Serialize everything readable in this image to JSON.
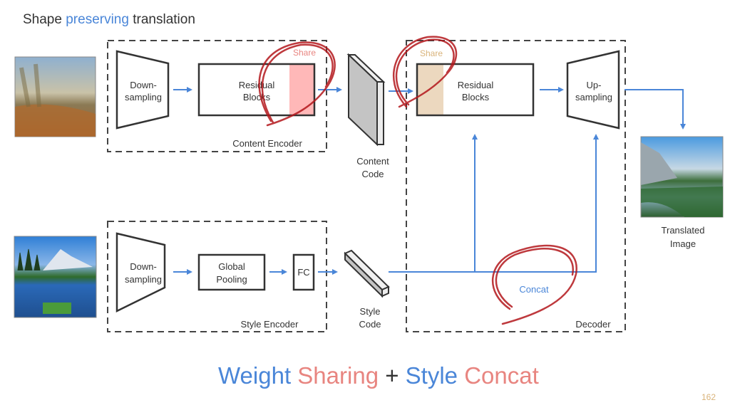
{
  "title": {
    "part1": "Shape ",
    "part2": "preserving",
    "part3": " translation"
  },
  "images": {
    "content_input": "painting-landscape-image",
    "style_input": "mountain-lake-photo",
    "output": "translated-mountain-lake-image"
  },
  "content_encoder": {
    "label": "Content Encoder",
    "downsampling": [
      "Down-",
      "sampling"
    ],
    "residual": [
      "Residual",
      "Blocks"
    ],
    "share_label": "Share"
  },
  "content_code": [
    "Content",
    "Code"
  ],
  "style_encoder": {
    "label": "Style Encoder",
    "downsampling": [
      "Down-",
      "sampling"
    ],
    "pooling": [
      "Global",
      "Pooling"
    ],
    "fc": "FC"
  },
  "style_code": [
    "Style",
    "Code"
  ],
  "decoder": {
    "label": "Decoder",
    "share_label": "Share",
    "residual": [
      "Residual",
      "Blocks"
    ],
    "upsampling": [
      "Up-",
      "sampling"
    ],
    "concat_label": "Concat"
  },
  "translated_image": [
    "Translated",
    "Image"
  ],
  "summary": {
    "w1": "Weight",
    "w2": "Sharing",
    "plus": "+",
    "w3": "Style",
    "w4": "Concat"
  },
  "page_number": "162",
  "colors": {
    "blue": "#4a86d8",
    "pink": "#e88580",
    "share_fill_encoder": "#ffb8b8",
    "share_fill_decoder": "#ecd8bf",
    "share_label_decoder": "#d9b37a",
    "annotation_red": "#b3171c",
    "outline": "#333333"
  }
}
